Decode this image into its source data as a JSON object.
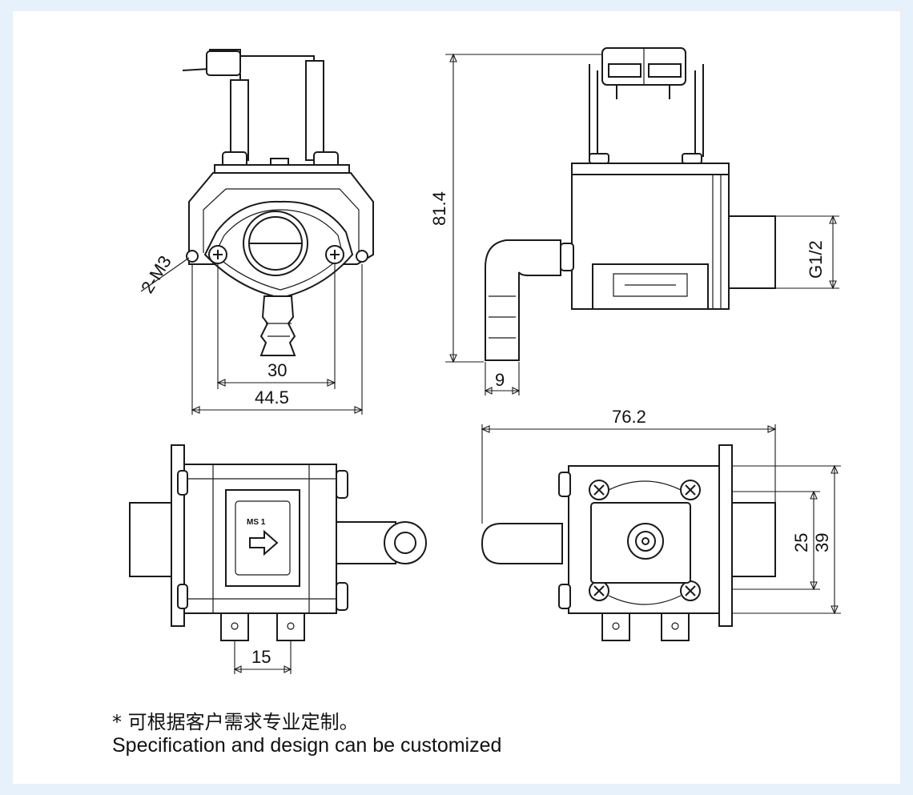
{
  "dimensions": {
    "front_inner_width": "30",
    "front_outer_width": "44.5",
    "mount_holes": "2-M3",
    "height": "81.4",
    "barb_diameter": "9",
    "thread": "G1/2",
    "overall_length": "76.2",
    "terminal_pitch": "15",
    "inner_height": "25",
    "outer_height": "39"
  },
  "body_label": "MS 1",
  "notes": {
    "cn": "* 可根据客户需求专业定制。",
    "en": "Specification and design can be customized"
  },
  "colors": {
    "frame_background": "#e6f1fb",
    "panel": "#ffffff",
    "line": "#1a1a1a"
  }
}
